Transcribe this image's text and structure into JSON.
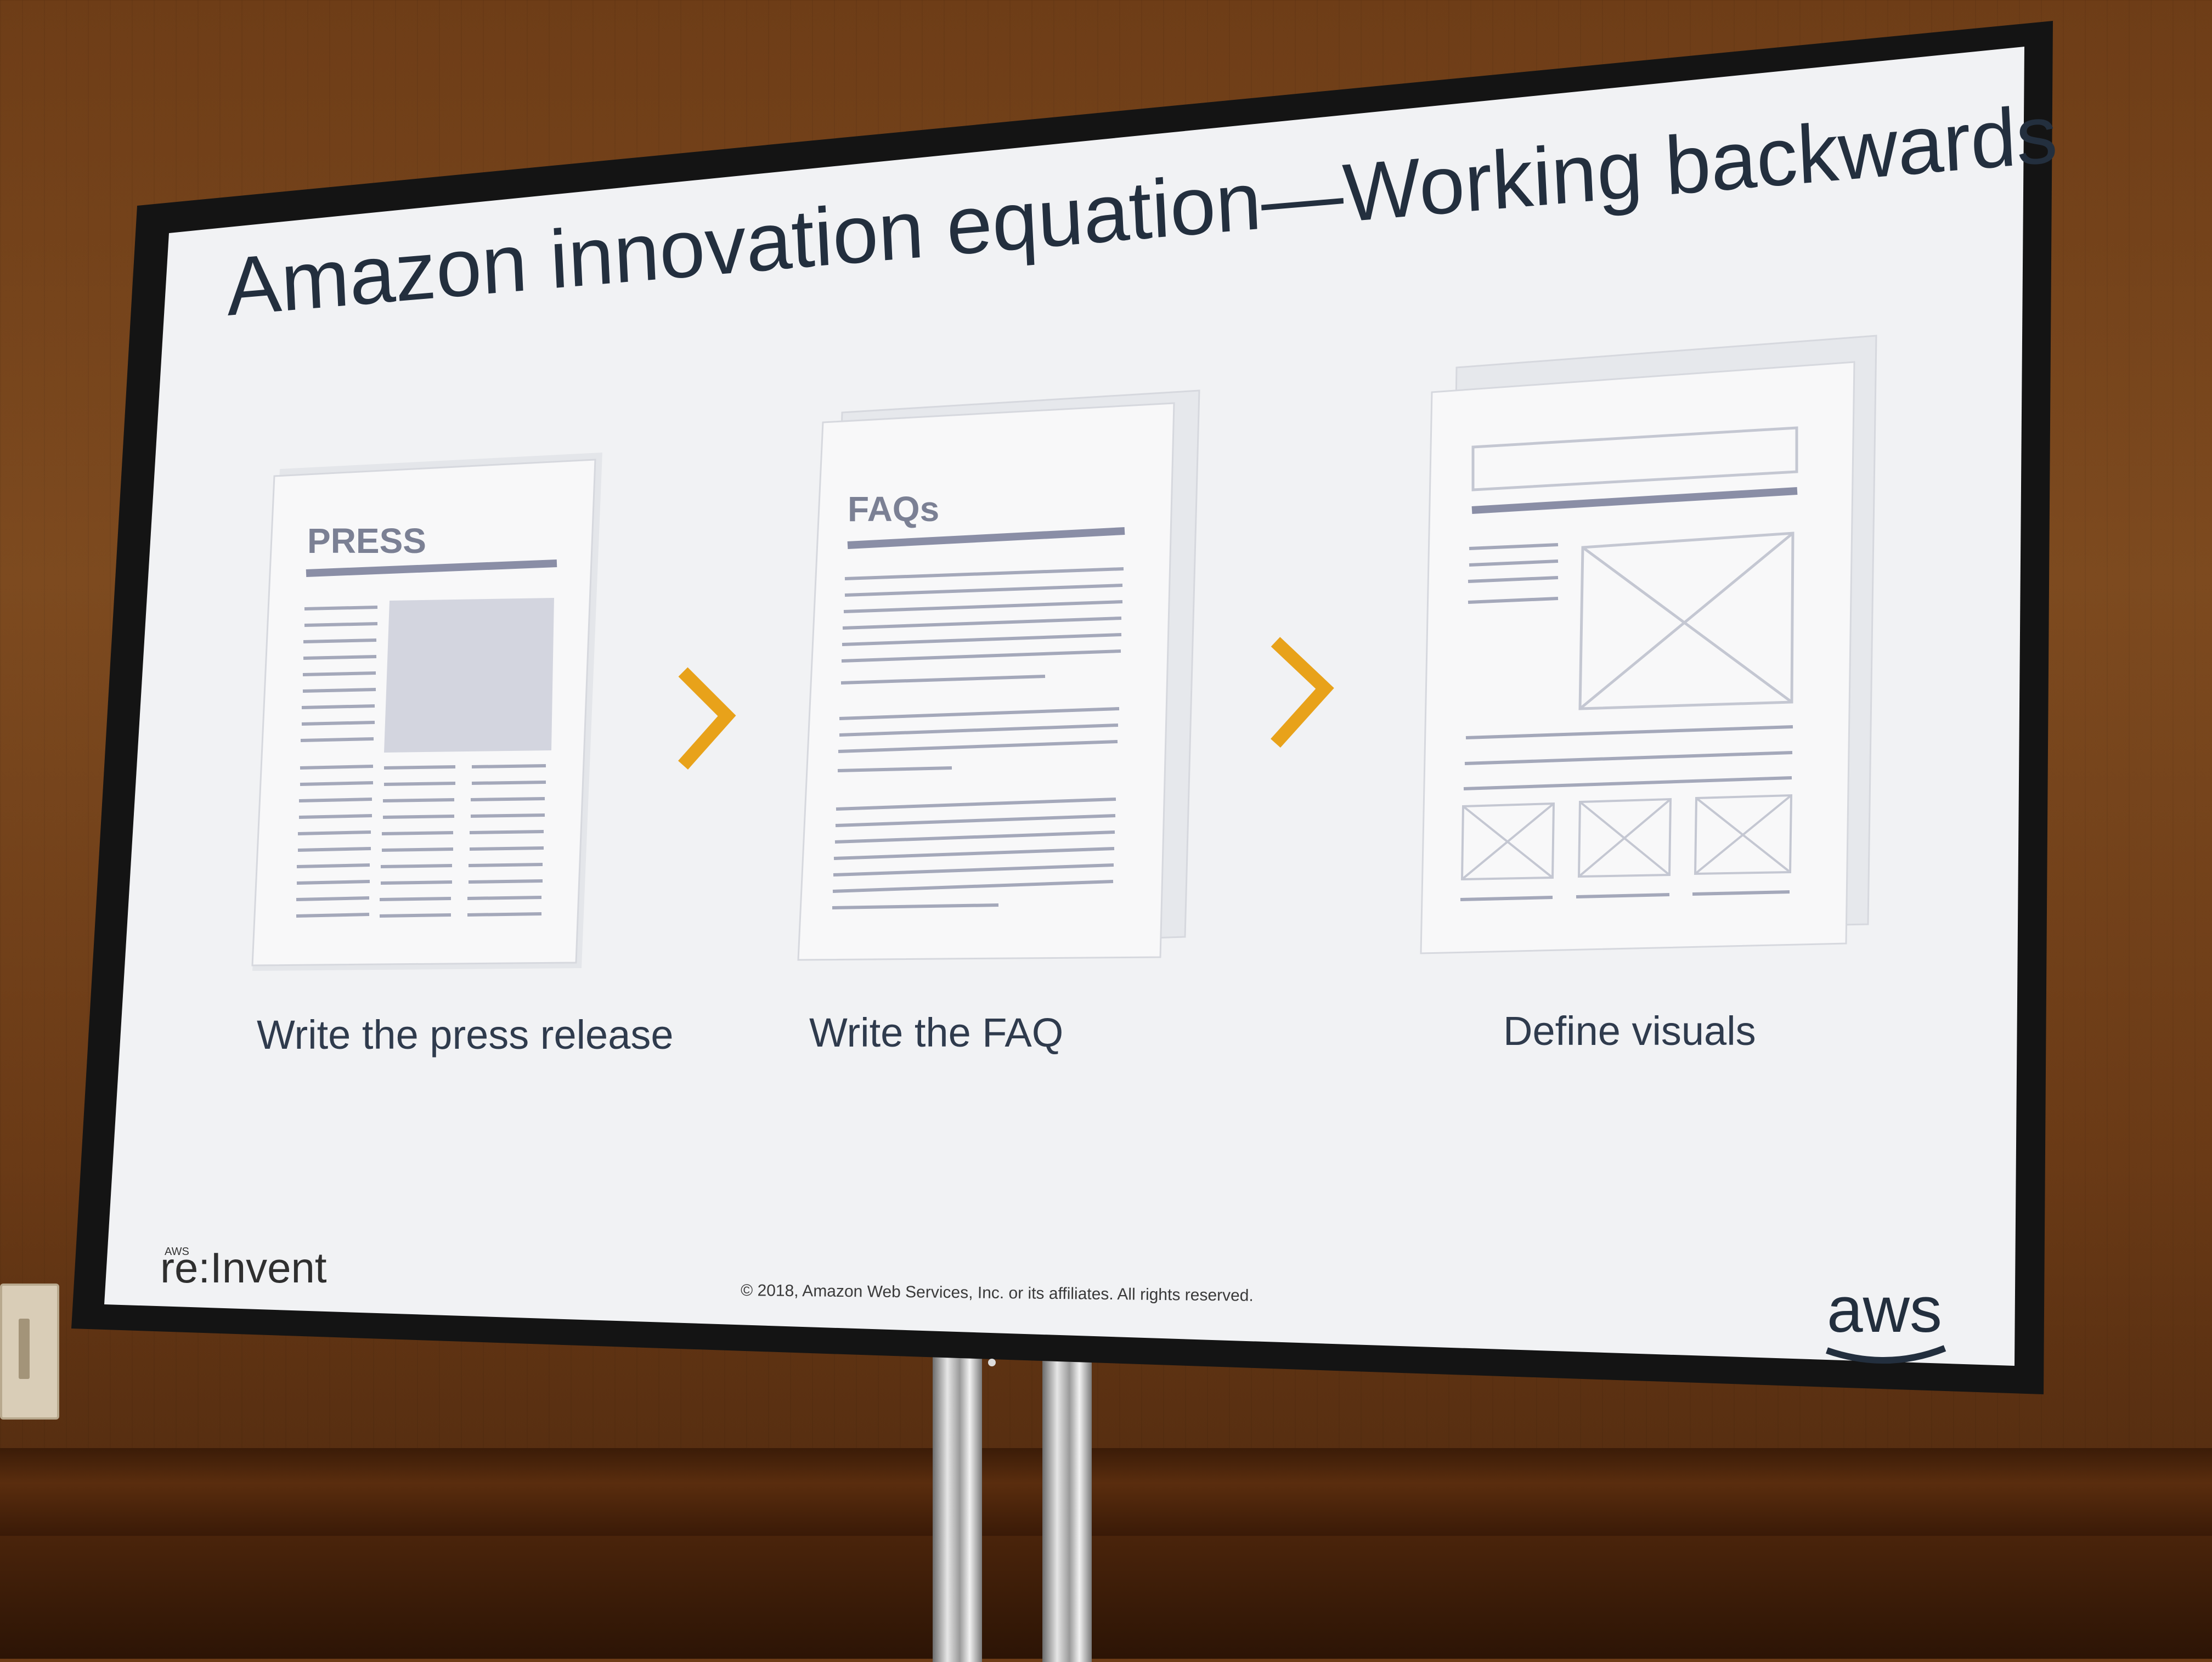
{
  "slide": {
    "title": "Amazon innovation equation—Working backwards",
    "steps": [
      {
        "doc_label": "PRESS",
        "caption": "Write the press release"
      },
      {
        "doc_label": "FAQs",
        "caption": "Write the FAQ"
      },
      {
        "doc_label": "",
        "caption": "Define visuals"
      }
    ],
    "footer": "© 2018, Amazon Web Services, Inc. or its affiliates. All rights reserved.",
    "event_logo_small": "AWS",
    "event_logo": "re:Invent",
    "brand_logo": "aws"
  },
  "colors": {
    "accent_arrow": "#e8a21a",
    "title_text": "#232f3e",
    "doc_rule": "#8a8ea6"
  },
  "icons": [
    "chevron-right-icon",
    "document-press-icon",
    "document-faq-icon",
    "document-wireframe-icon"
  ]
}
